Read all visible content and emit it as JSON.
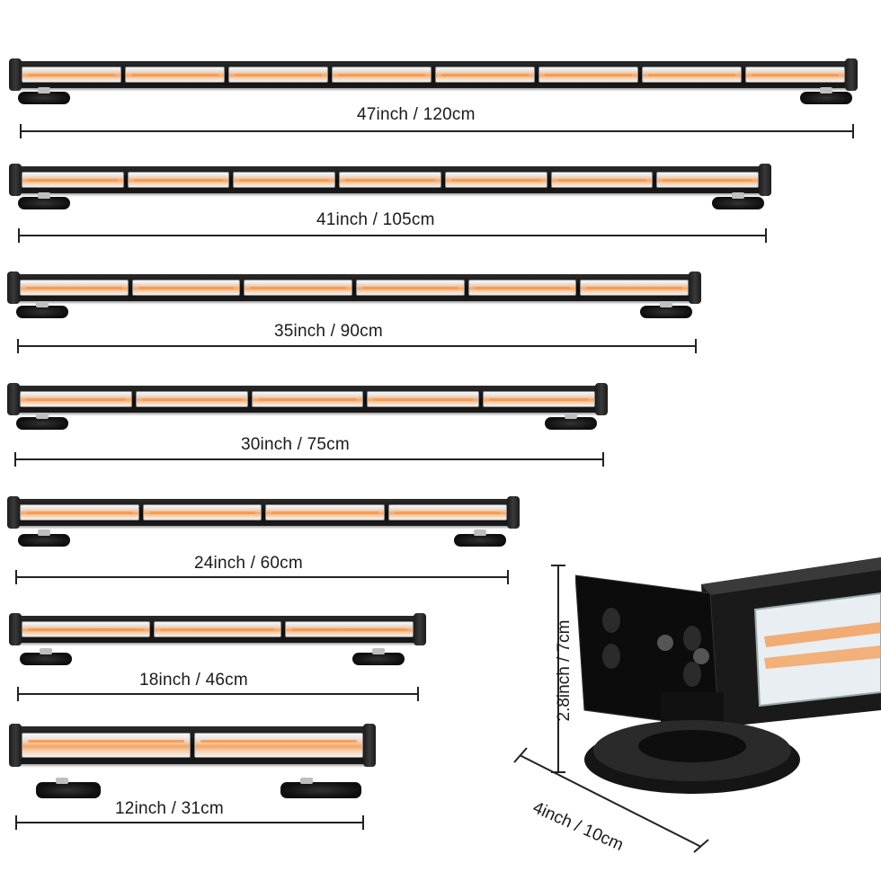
{
  "bars": [
    {
      "label": "47inch / 120cm",
      "segments": 8
    },
    {
      "label": "41inch / 105cm",
      "segments": 7
    },
    {
      "label": "35inch / 90cm",
      "segments": 6
    },
    {
      "label": "30inch / 75cm",
      "segments": 5
    },
    {
      "label": "24inch / 60cm",
      "segments": 4
    },
    {
      "label": "18inch / 46cm",
      "segments": 3
    },
    {
      "label": "12inch / 31cm",
      "segments": 2
    }
  ],
  "closeup": {
    "height_label": "2.8inch / 7cm",
    "depth_label": "4inch / 10cm"
  },
  "colors": {
    "housing": "#111111",
    "amber": "#f49b52",
    "dimension_line": "#222222"
  }
}
